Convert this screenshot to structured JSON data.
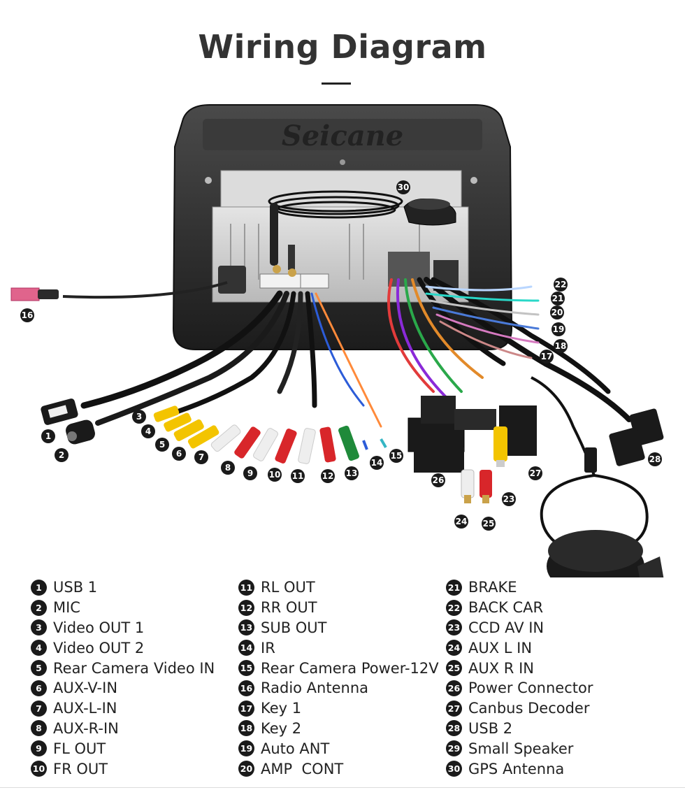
{
  "title": "Wiring Diagram",
  "brand": "Seicane",
  "legend": [
    {
      "num": "1",
      "label": "USB 1"
    },
    {
      "num": "2",
      "label": "MIC"
    },
    {
      "num": "3",
      "label": "Video OUT 1"
    },
    {
      "num": "4",
      "label": "Video OUT 2"
    },
    {
      "num": "5",
      "label": "Rear Camera Video IN"
    },
    {
      "num": "6",
      "label": "AUX-V-IN"
    },
    {
      "num": "7",
      "label": "AUX-L-IN"
    },
    {
      "num": "8",
      "label": "AUX-R-IN"
    },
    {
      "num": "9",
      "label": "FL OUT"
    },
    {
      "num": "10",
      "label": "FR OUT"
    },
    {
      "num": "11",
      "label": "RL OUT"
    },
    {
      "num": "12",
      "label": "RR OUT"
    },
    {
      "num": "13",
      "label": "SUB OUT"
    },
    {
      "num": "14",
      "label": "IR"
    },
    {
      "num": "15",
      "label": "Rear Camera Power-12V"
    },
    {
      "num": "16",
      "label": "Radio Antenna"
    },
    {
      "num": "17",
      "label": "Key 1"
    },
    {
      "num": "18",
      "label": "Key 2"
    },
    {
      "num": "19",
      "label": "Auto ANT"
    },
    {
      "num": "20",
      "label": "AMP  CONT"
    },
    {
      "num": "21",
      "label": "BRAKE"
    },
    {
      "num": "22",
      "label": "BACK CAR"
    },
    {
      "num": "23",
      "label": "CCD AV IN"
    },
    {
      "num": "24",
      "label": "AUX L IN"
    },
    {
      "num": "25",
      "label": "AUX R IN"
    },
    {
      "num": "26",
      "label": "Power Connector"
    },
    {
      "num": "27",
      "label": "Canbus Decoder"
    },
    {
      "num": "28",
      "label": "USB 2"
    },
    {
      "num": "29",
      "label": "Small Speaker"
    },
    {
      "num": "30",
      "label": "GPS Antenna"
    }
  ]
}
